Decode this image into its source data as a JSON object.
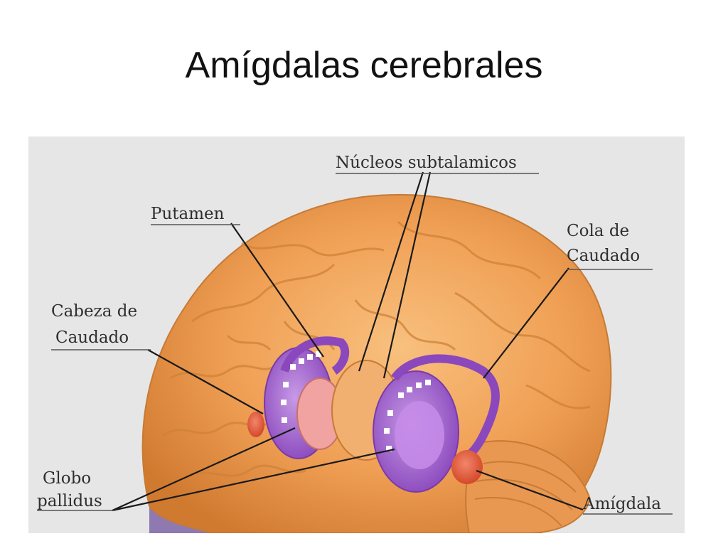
{
  "slide": {
    "title": "Amígdalas cerebrales"
  },
  "diagram": {
    "labels": {
      "nucleos": "Núcleos subtalamicos",
      "putamen": "Putamen",
      "cola_1": "Cola de",
      "cola_2": "Caudado",
      "cabeza_1": "Cabeza de",
      "cabeza_2": "Caudado",
      "globo_1": "Globo",
      "globo_2": "pallidus",
      "amigdala": "Amígdala"
    },
    "colors": {
      "background": "#e6e6e6",
      "brain": "#f0a055",
      "brain_shadow": "#d9843a",
      "caudate": "#9b5bc8",
      "amygdala": "#e8603a",
      "leader": "#1a1a1a"
    }
  }
}
